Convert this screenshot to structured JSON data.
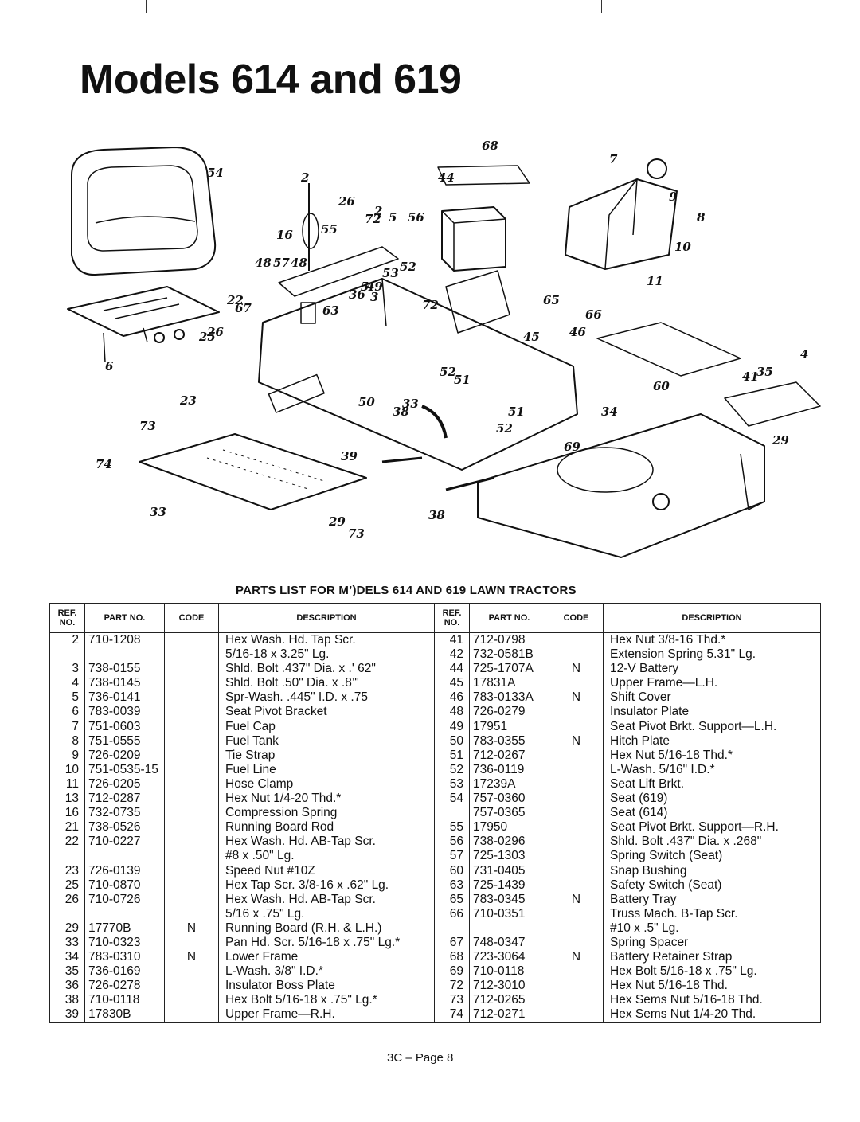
{
  "title": "Models 614 and 619",
  "diagram": {
    "callouts": [
      "68",
      "7",
      "54",
      "2",
      "26",
      "2",
      "5",
      "56",
      "72",
      "16",
      "55",
      "44",
      "9",
      "8",
      "48",
      "57",
      "48",
      "53",
      "52",
      "10",
      "22",
      "5",
      "49",
      "36",
      "3",
      "72",
      "11",
      "67",
      "63",
      "65",
      "66",
      "46",
      "26",
      "25",
      "45",
      "4",
      "6",
      "52",
      "51",
      "41",
      "35",
      "23",
      "50",
      "33",
      "60",
      "34",
      "38",
      "73",
      "51",
      "52",
      "29",
      "69",
      "74",
      "39",
      "33",
      "29",
      "38",
      "73"
    ]
  },
  "parts_list": {
    "title": "PARTS LIST FOR M’)DELS 614 AND 619 LAWN TRACTORS",
    "headers": {
      "ref_no": "REF. NO.",
      "part_no": "PART NO.",
      "code": "CODE",
      "description": "DESCRIPTION"
    },
    "rows": [
      {
        "left": {
          "ref": "2",
          "part": "710-1208",
          "code": "",
          "desc": "Hex Wash. Hd. Tap Scr."
        },
        "right": {
          "ref": "41",
          "part": "712-0798",
          "code": "",
          "desc": "Hex Nut 3/8-16 Thd.*"
        }
      },
      {
        "left": {
          "ref": "",
          "part": "",
          "code": "",
          "desc": "5/16-18 x 3.25\" Lg."
        },
        "right": {
          "ref": "42",
          "part": "732-0581B",
          "code": "",
          "desc": "Extension Spring 5.31\" Lg."
        }
      },
      {
        "left": {
          "ref": "3",
          "part": "738-0155",
          "code": "",
          "desc": "Shld. Bolt .437\" Dia. x .' 62\""
        },
        "right": {
          "ref": "44",
          "part": "725-1707A",
          "code": "N",
          "desc": "12-V Battery"
        }
      },
      {
        "left": {
          "ref": "4",
          "part": "738-0145",
          "code": "",
          "desc": "Shld. Bolt .50\" Dia. x .8’\""
        },
        "right": {
          "ref": "45",
          "part": "17831A",
          "code": "",
          "desc": "Upper Frame—L.H."
        }
      },
      {
        "left": {
          "ref": "5",
          "part": "736-0141",
          "code": "",
          "desc": "Spr-Wash. .445\" I.D. x .75"
        },
        "right": {
          "ref": "46",
          "part": "783-0133A",
          "code": "N",
          "desc": "Shift Cover"
        }
      },
      {
        "left": {
          "ref": "6",
          "part": "783-0039",
          "code": "",
          "desc": "Seat Pivot Bracket"
        },
        "right": {
          "ref": "48",
          "part": "726-0279",
          "code": "",
          "desc": "Insulator Plate"
        }
      },
      {
        "left": {
          "ref": "7",
          "part": "751-0603",
          "code": "",
          "desc": "Fuel Cap"
        },
        "right": {
          "ref": "49",
          "part": "17951",
          "code": "",
          "desc": "Seat Pivot Brkt. Support—L.H."
        }
      },
      {
        "left": {
          "ref": "8",
          "part": "751-0555",
          "code": "",
          "desc": "Fuel Tank"
        },
        "right": {
          "ref": "50",
          "part": "783-0355",
          "code": "N",
          "desc": "Hitch Plate"
        }
      },
      {
        "left": {
          "ref": "9",
          "part": "726-0209",
          "code": "",
          "desc": "Tie Strap"
        },
        "right": {
          "ref": "51",
          "part": "712-0267",
          "code": "",
          "desc": "Hex Nut 5/16-18 Thd.*"
        }
      },
      {
        "left": {
          "ref": "10",
          "part": "751-0535-15",
          "code": "",
          "desc": "Fuel Line"
        },
        "right": {
          "ref": "52",
          "part": "736-0119",
          "code": "",
          "desc": "L-Wash. 5/16\" I.D.*"
        }
      },
      {
        "left": {
          "ref": "11",
          "part": "726-0205",
          "code": "",
          "desc": "Hose Clamp"
        },
        "right": {
          "ref": "53",
          "part": "17239A",
          "code": "",
          "desc": "Seat Lift Brkt."
        }
      },
      {
        "left": {
          "ref": "13",
          "part": "712-0287",
          "code": "",
          "desc": "Hex Nut 1/4-20 Thd.*"
        },
        "right": {
          "ref": "54",
          "part": "757-0360",
          "code": "",
          "desc": "Seat (619)"
        }
      },
      {
        "left": {
          "ref": "16",
          "part": "732-0735",
          "code": "",
          "desc": "Compression Spring"
        },
        "right": {
          "ref": "",
          "part": "757-0365",
          "code": "",
          "desc": "Seat (614)"
        }
      },
      {
        "left": {
          "ref": "21",
          "part": "738-0526",
          "code": "",
          "desc": "Running Board Rod"
        },
        "right": {
          "ref": "55",
          "part": "17950",
          "code": "",
          "desc": "Seat Pivot Brkt. Support—R.H."
        }
      },
      {
        "left": {
          "ref": "22",
          "part": "710-0227",
          "code": "",
          "desc": "Hex Wash. Hd. AB-Tap Scr."
        },
        "right": {
          "ref": "56",
          "part": "738-0296",
          "code": "",
          "desc": "Shld. Bolt .437\" Dia. x .268\""
        }
      },
      {
        "left": {
          "ref": "",
          "part": "",
          "code": "",
          "desc": "#8 x .50\" Lg."
        },
        "right": {
          "ref": "57",
          "part": "725-1303",
          "code": "",
          "desc": "Spring Switch (Seat)"
        }
      },
      {
        "left": {
          "ref": "23",
          "part": "726-0139",
          "code": "",
          "desc": "Speed Nut #10Z"
        },
        "right": {
          "ref": "60",
          "part": "731-0405",
          "code": "",
          "desc": "Snap Bushing"
        }
      },
      {
        "left": {
          "ref": "25",
          "part": "710-0870",
          "code": "",
          "desc": "Hex Tap Scr. 3/8-16 x .62\" Lg."
        },
        "right": {
          "ref": "63",
          "part": "725-1439",
          "code": "",
          "desc": "Safety Switch (Seat)"
        }
      },
      {
        "left": {
          "ref": "26",
          "part": "710-0726",
          "code": "",
          "desc": "Hex Wash. Hd. AB-Tap Scr."
        },
        "right": {
          "ref": "65",
          "part": "783-0345",
          "code": "N",
          "desc": "Battery Tray"
        }
      },
      {
        "left": {
          "ref": "",
          "part": "",
          "code": "",
          "desc": "5/16 x .75\" Lg."
        },
        "right": {
          "ref": "66",
          "part": "710-0351",
          "code": "",
          "desc": "Truss Mach. B-Tap Scr."
        }
      },
      {
        "left": {
          "ref": "29",
          "part": "17770B",
          "code": "N",
          "desc": "Running Board (R.H. & L.H.)"
        },
        "right": {
          "ref": "",
          "part": "",
          "code": "",
          "desc": "#10 x .5\" Lg."
        }
      },
      {
        "left": {
          "ref": "33",
          "part": "710-0323",
          "code": "",
          "desc": "Pan Hd. Scr. 5/16-18 x .75\" Lg.*"
        },
        "right": {
          "ref": "67",
          "part": "748-0347",
          "code": "",
          "desc": "Spring Spacer"
        }
      },
      {
        "left": {
          "ref": "34",
          "part": "783-0310",
          "code": "N",
          "desc": "Lower Frame"
        },
        "right": {
          "ref": "68",
          "part": "723-3064",
          "code": "N",
          "desc": "Battery Retainer Strap"
        }
      },
      {
        "left": {
          "ref": "35",
          "part": "736-0169",
          "code": "",
          "desc": "L-Wash. 3/8\" I.D.*"
        },
        "right": {
          "ref": "69",
          "part": "710-0118",
          "code": "",
          "desc": "Hex Bolt 5/16-18 x .75\" Lg."
        }
      },
      {
        "left": {
          "ref": "36",
          "part": "726-0278",
          "code": "",
          "desc": "Insulator Boss Plate"
        },
        "right": {
          "ref": "72",
          "part": "712-3010",
          "code": "",
          "desc": "Hex Nut 5/16-18 Thd."
        }
      },
      {
        "left": {
          "ref": "38",
          "part": "710-0118",
          "code": "",
          "desc": "Hex Bolt 5/16-18 x .75\" Lg.*"
        },
        "right": {
          "ref": "73",
          "part": "712-0265",
          "code": "",
          "desc": "Hex Sems Nut 5/16-18 Thd."
        }
      },
      {
        "left": {
          "ref": "39",
          "part": "17830B",
          "code": "",
          "desc": "Upper Frame—R.H."
        },
        "right": {
          "ref": "74",
          "part": "712-0271",
          "code": "",
          "desc": "Hex Sems Nut 1/4-20 Thd."
        }
      }
    ]
  },
  "footer": {
    "page": "3C – Page 8"
  }
}
